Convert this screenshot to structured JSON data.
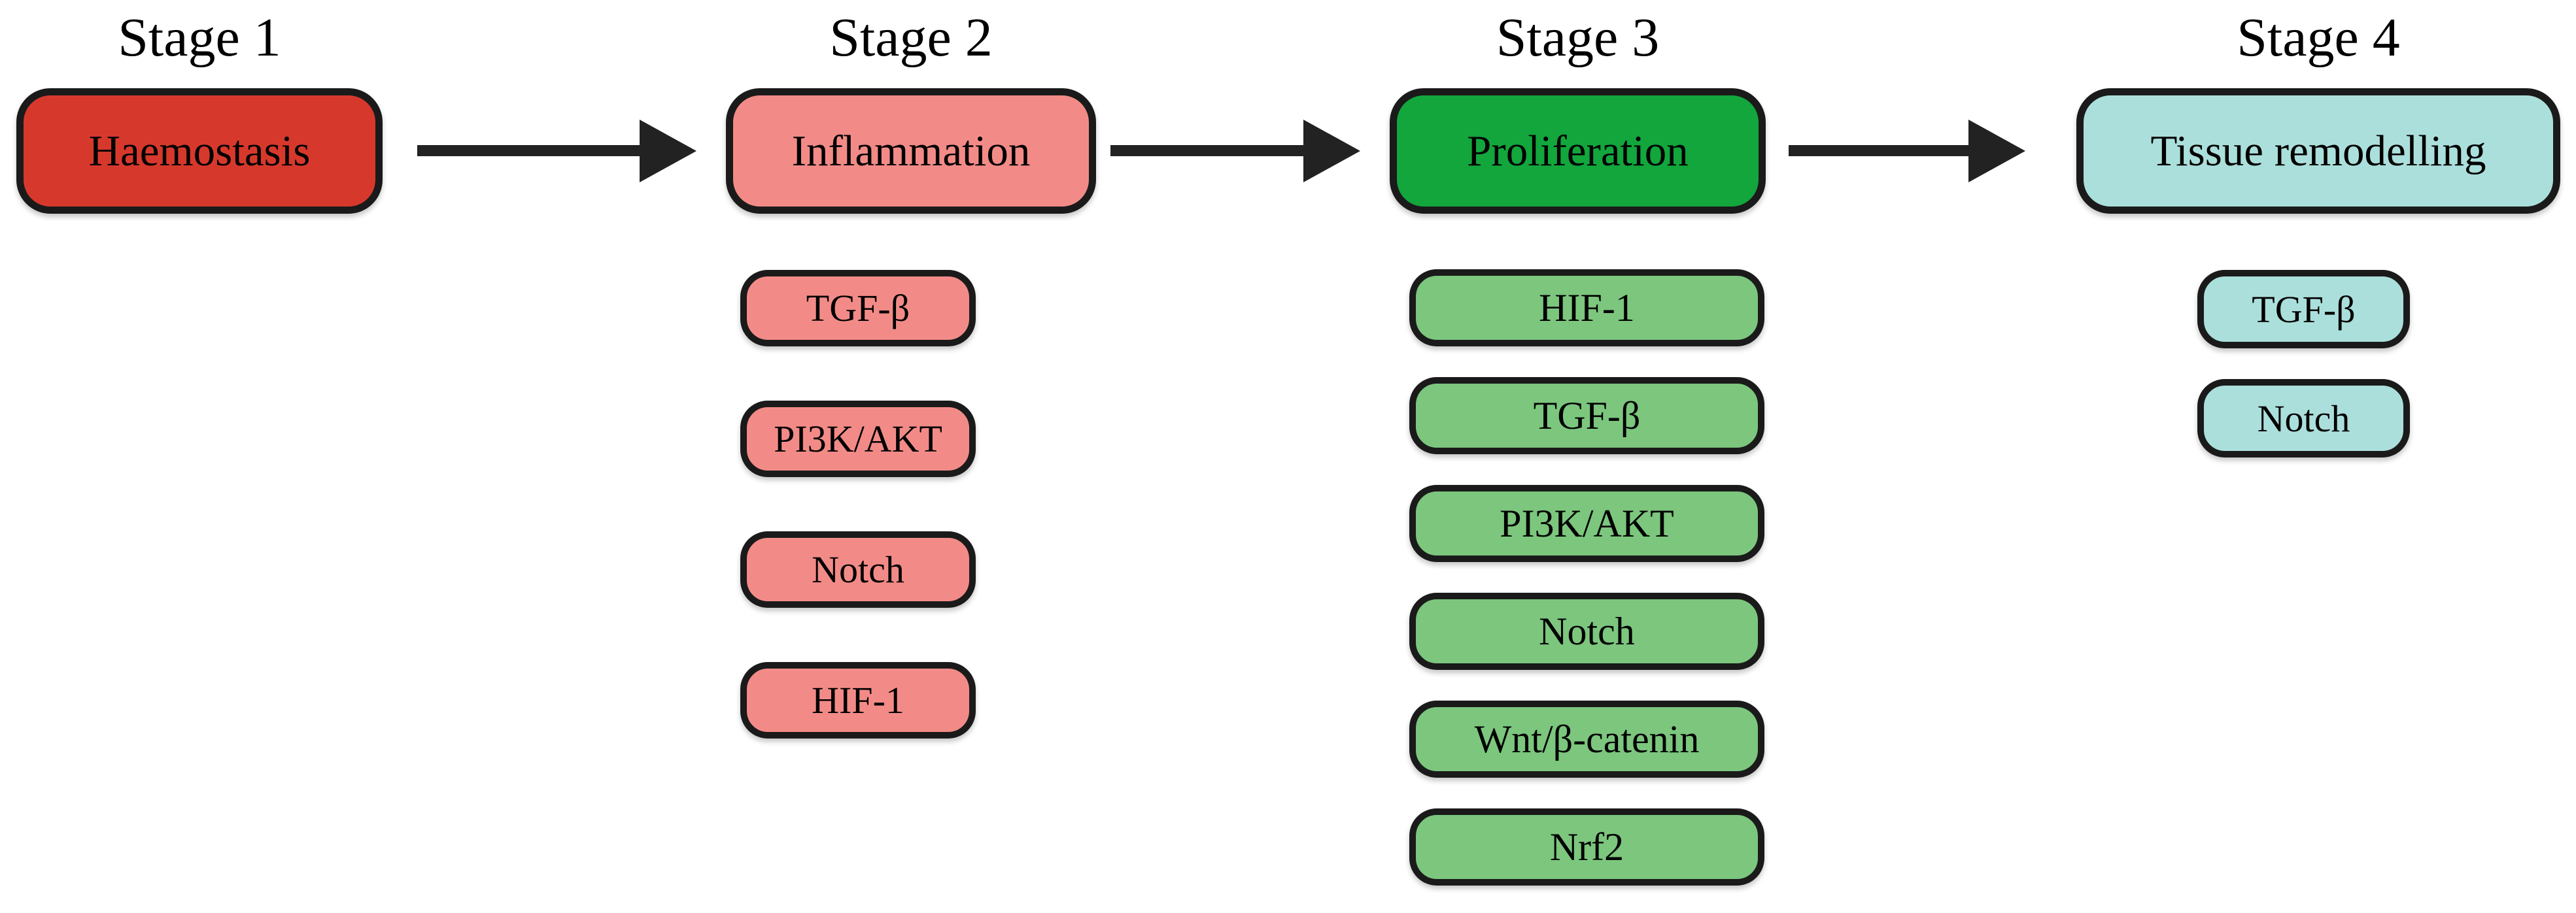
{
  "diagram": {
    "title_row": [
      "Stage 1",
      "Stage 2",
      "Stage 3",
      "Stage 4"
    ],
    "stages": [
      {
        "title": "Stage 1",
        "label": "Haemostasis",
        "color": "#d6392c",
        "pathway_color": null,
        "pathways": []
      },
      {
        "title": "Stage 2",
        "label": "Inflammation",
        "color": "#f28b87",
        "pathway_color": "#f28b87",
        "pathways": [
          "TGF-β",
          "PI3K/AKT",
          "Notch",
          "HIF-1"
        ]
      },
      {
        "title": "Stage 3",
        "label": "Proliferation",
        "color": "#12a63c",
        "pathway_color": "#7cc67e",
        "pathways": [
          "HIF-1",
          "TGF-β",
          "PI3K/AKT",
          "Notch",
          "Wnt/β-catenin",
          "Nrf2"
        ]
      },
      {
        "title": "Stage 4",
        "label": "Tissue remodelling",
        "color": "#abdfdb",
        "pathway_color": "#abdfdb",
        "pathways": [
          "TGF-β",
          "Notch"
        ]
      }
    ],
    "colors": {
      "border": "#1a1a1a",
      "arrow": "#222222",
      "background": "#ffffff",
      "text": "#000000"
    }
  }
}
